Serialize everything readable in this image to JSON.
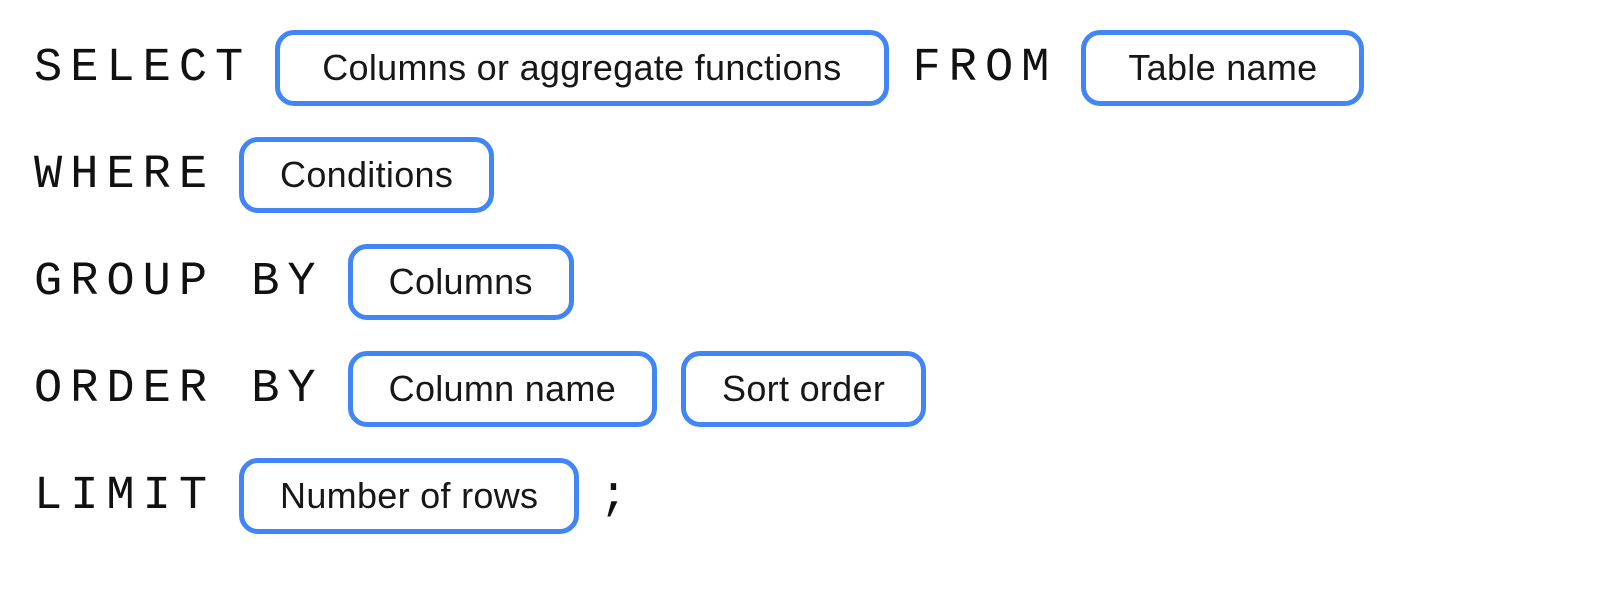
{
  "colors": {
    "pill_border": "#4285F4",
    "keyword_text": "#111111",
    "pill_text": "#171717",
    "background": "#ffffff"
  },
  "diagram": {
    "name": "sql-select-statement-syntax",
    "line1": {
      "keyword1": "SELECT",
      "pill1": "Columns or aggregate functions",
      "keyword2": "FROM",
      "pill2": "Table name"
    },
    "line2": {
      "keyword": "WHERE",
      "pill": "Conditions"
    },
    "line3": {
      "keyword": "GROUP BY",
      "pill": "Columns"
    },
    "line4": {
      "keyword": "ORDER BY",
      "pill1": "Column name",
      "pill2": "Sort order"
    },
    "line5": {
      "keyword": "LIMIT",
      "pill": "Number of rows",
      "terminator": ";"
    }
  }
}
